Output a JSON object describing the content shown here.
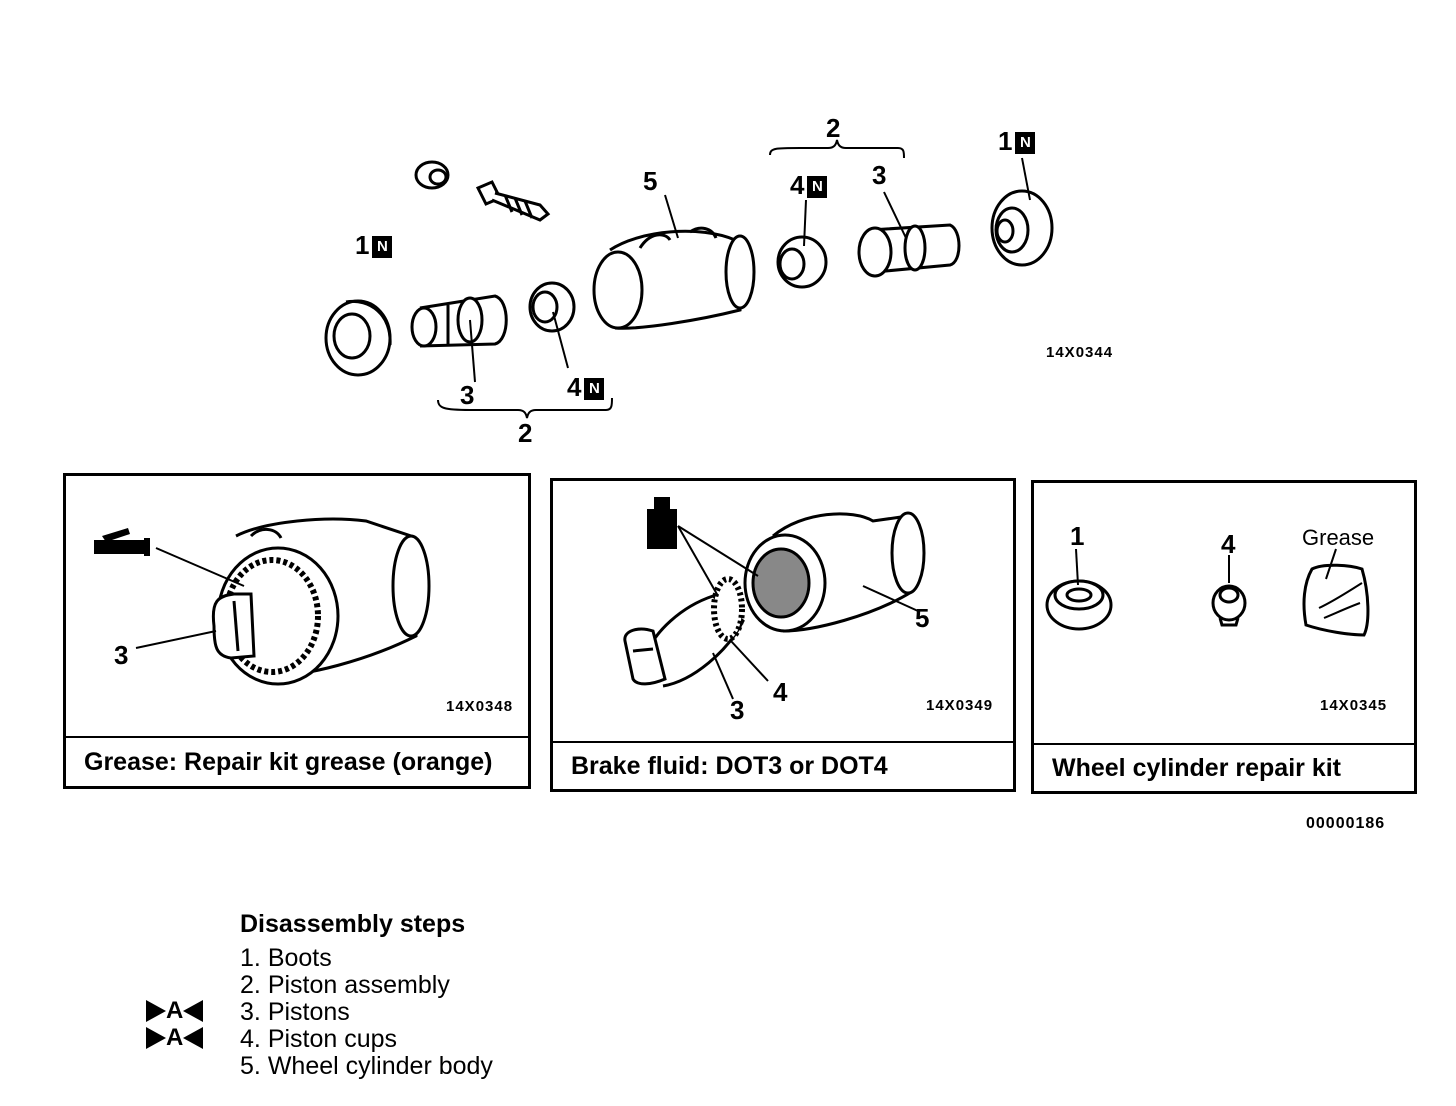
{
  "exploded_view": {
    "figure_code": "14X0344",
    "callouts": [
      {
        "id": "top-2",
        "text": "2"
      },
      {
        "id": "top-4",
        "text": "4",
        "badge": "N"
      },
      {
        "id": "top-3",
        "text": "3"
      },
      {
        "id": "top-1",
        "text": "1",
        "badge": "N"
      },
      {
        "id": "top-5",
        "text": "5"
      },
      {
        "id": "left-1",
        "text": "1",
        "badge": "N"
      },
      {
        "id": "bottom-3",
        "text": "3"
      },
      {
        "id": "bottom-4",
        "text": "4",
        "badge": "N"
      },
      {
        "id": "bottom-2",
        "text": "2"
      }
    ]
  },
  "panels": [
    {
      "figure_code": "14X0348",
      "caption": "Grease: Repair kit grease (orange)",
      "callouts": [
        "3"
      ]
    },
    {
      "figure_code": "14X0349",
      "caption": "Brake fluid: DOT3 or DOT4",
      "callouts": [
        "5",
        "4",
        "3"
      ]
    },
    {
      "figure_code": "14X0345",
      "caption": "Wheel cylinder repair kit",
      "callouts": [
        "1",
        "4",
        "Grease"
      ]
    }
  ],
  "sheet_code": "00000186",
  "disassembly": {
    "heading": "Disassembly steps",
    "marker_letter": "A",
    "steps": [
      {
        "num": "1.",
        "label": "Boots",
        "marked": false
      },
      {
        "num": "2.",
        "label": "Piston assembly",
        "marked": false
      },
      {
        "num": "3.",
        "label": "Pistons",
        "marked": true
      },
      {
        "num": "4.",
        "label": "Piston cups",
        "marked": true
      },
      {
        "num": "5.",
        "label": "Wheel cylinder body",
        "marked": false
      }
    ]
  }
}
